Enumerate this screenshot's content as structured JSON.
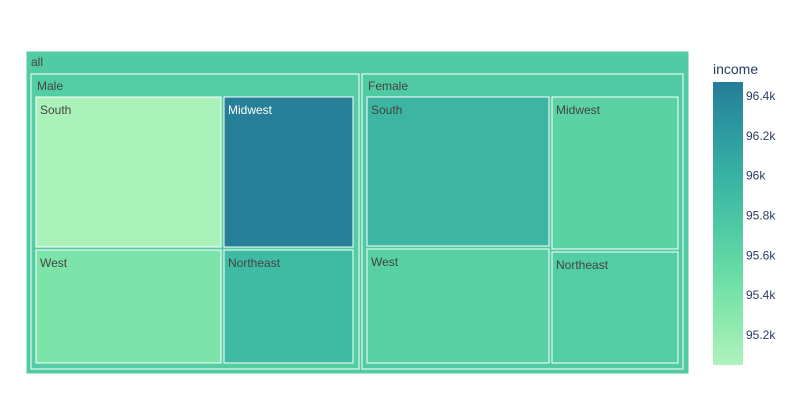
{
  "chart_data": {
    "type": "treemap",
    "root": {
      "label": "all"
    },
    "groups": [
      {
        "label": "Male",
        "children": [
          {
            "label": "South",
            "value": 95080
          },
          {
            "label": "Midwest",
            "value": 96450
          },
          {
            "label": "West",
            "value": 95380
          },
          {
            "label": "Northeast",
            "value": 95900
          }
        ]
      },
      {
        "label": "Female",
        "children": [
          {
            "label": "South",
            "value": 95950
          },
          {
            "label": "Midwest",
            "value": 95630
          },
          {
            "label": "West",
            "value": 95660
          },
          {
            "label": "Northeast",
            "value": 95700
          }
        ]
      }
    ],
    "colorbar": {
      "title": "income",
      "ticks": [
        "96.4k",
        "96.2k",
        "96k",
        "95.8k",
        "95.6k",
        "95.4k",
        "95.2k"
      ],
      "tick_values": [
        96400,
        96200,
        96000,
        95800,
        95600,
        95400,
        95200
      ],
      "range": [
        95050,
        96470
      ],
      "colorscale": [
        "#b0f2bc",
        "#89e8ac",
        "#67dba5",
        "#4cc8a3",
        "#38b2a3",
        "#2c98a0",
        "#257d98"
      ]
    }
  }
}
